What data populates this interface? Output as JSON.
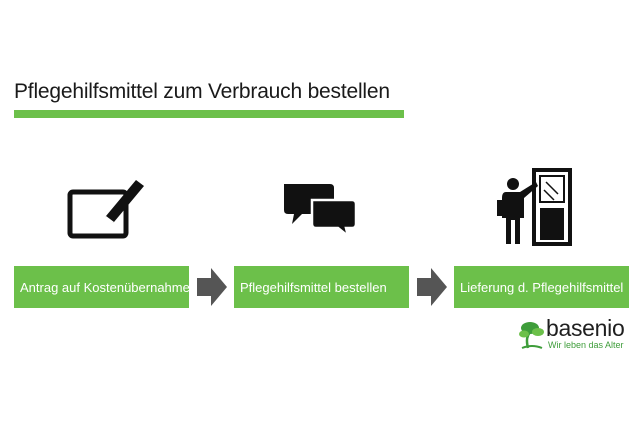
{
  "title": "Pflegehilfsmittel zum Verbrauch bestellen",
  "colors": {
    "accent_green": "#6cc04a",
    "icon_dark": "#111111",
    "arrow_gray": "#555555",
    "logo_green": "#3e9d3a"
  },
  "steps": [
    {
      "label": "Antrag auf Kostenübernahme",
      "icon": "tablet-pen-icon"
    },
    {
      "label": "Pflegehilfsmittel bestellen",
      "icon": "chat-bubbles-icon"
    },
    {
      "label": "Lieferung d. Pflegehilfsmittel",
      "icon": "delivery-door-icon"
    }
  ],
  "logo": {
    "name": "basenio",
    "tagline": "Wir leben das Alter",
    "icon": "tree-icon"
  }
}
